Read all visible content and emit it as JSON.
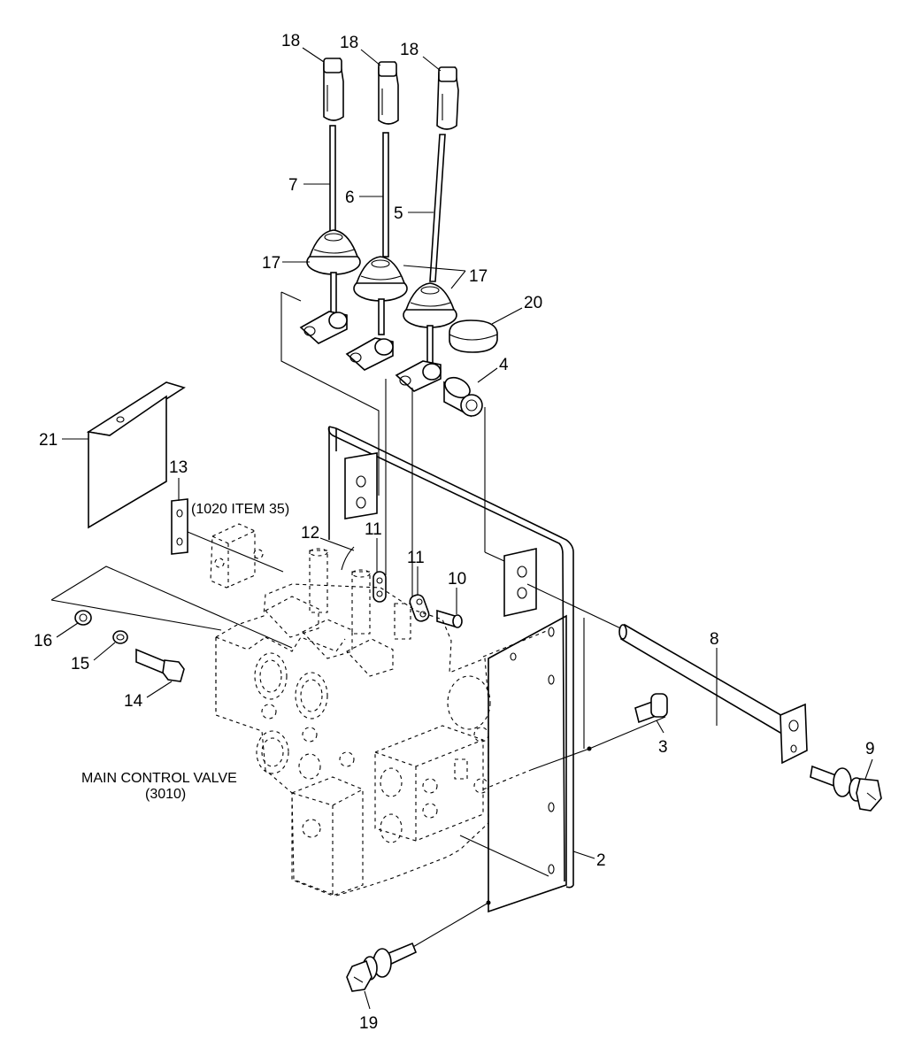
{
  "diagram": {
    "callouts": {
      "p18a": "18",
      "p18b": "18",
      "p18c": "18",
      "p7": "7",
      "p6": "6",
      "p5": "5",
      "p17a": "17",
      "p17b": "17",
      "p20": "20",
      "p4": "4",
      "p21": "21",
      "p13": "13",
      "p12": "12",
      "p11a": "11",
      "p11b": "11",
      "p10": "10",
      "p16": "16",
      "p15": "15",
      "p14": "14",
      "p8": "8",
      "p3": "3",
      "p9": "9",
      "p2": "2",
      "p19": "19"
    },
    "notes": {
      "ref_item": "(1020 ITEM 35)",
      "main_valve": "MAIN CONTROL VALVE",
      "main_valve_ref": "(3010)"
    }
  }
}
